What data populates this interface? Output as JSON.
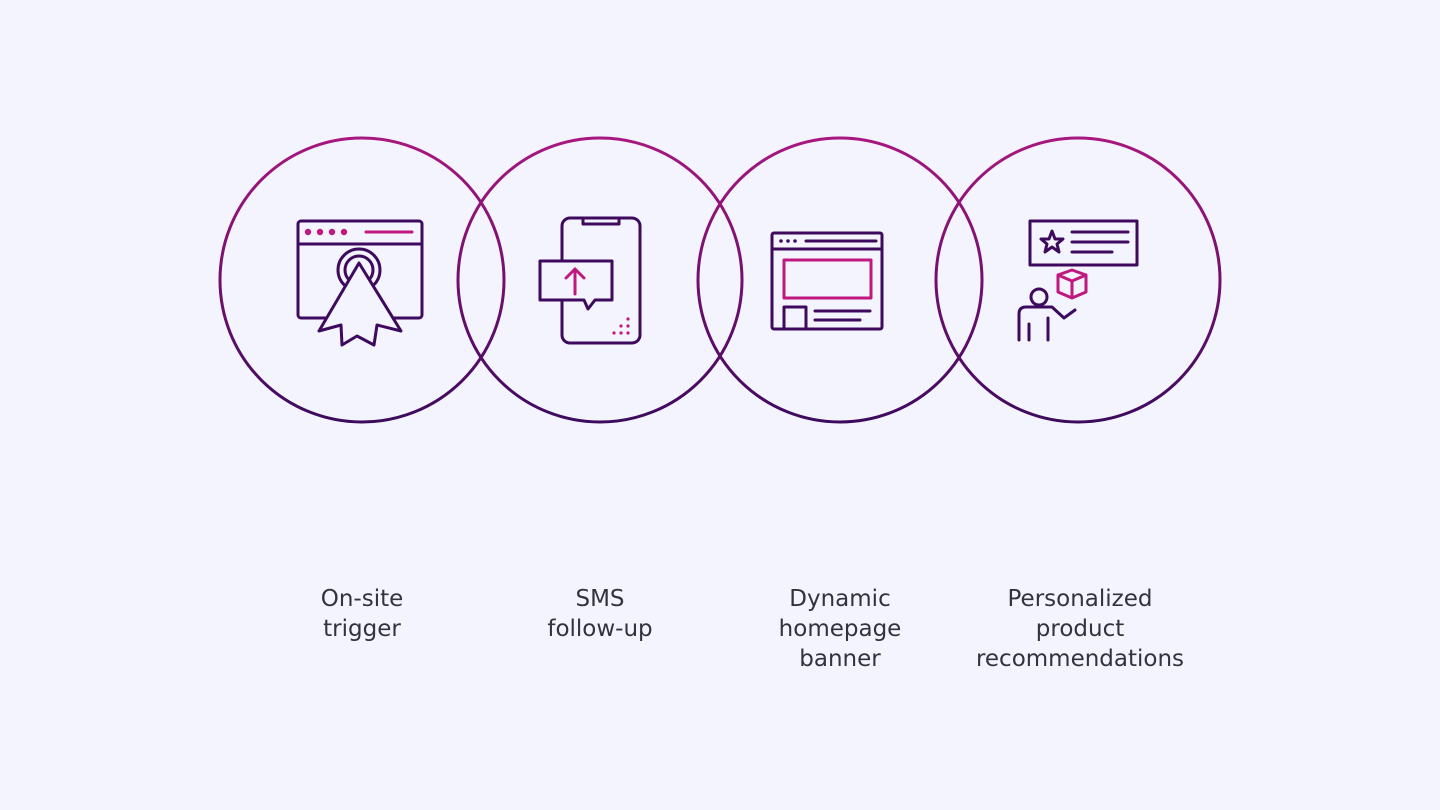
{
  "steps": [
    {
      "label": "On-site\ntrigger",
      "icon": "browser-click-icon"
    },
    {
      "label": "SMS\nfollow-up",
      "icon": "phone-message-icon"
    },
    {
      "label": "Dynamic\nhomepage\nbanner",
      "icon": "webpage-banner-icon"
    },
    {
      "label": "Personalized\nproduct\nrecommendations",
      "icon": "person-presenting-product-icon"
    }
  ],
  "colors": {
    "background": "#f3f4fd",
    "dark_purple": "#3d0a5e",
    "magenta": "#c0187f",
    "text": "#33333f"
  }
}
